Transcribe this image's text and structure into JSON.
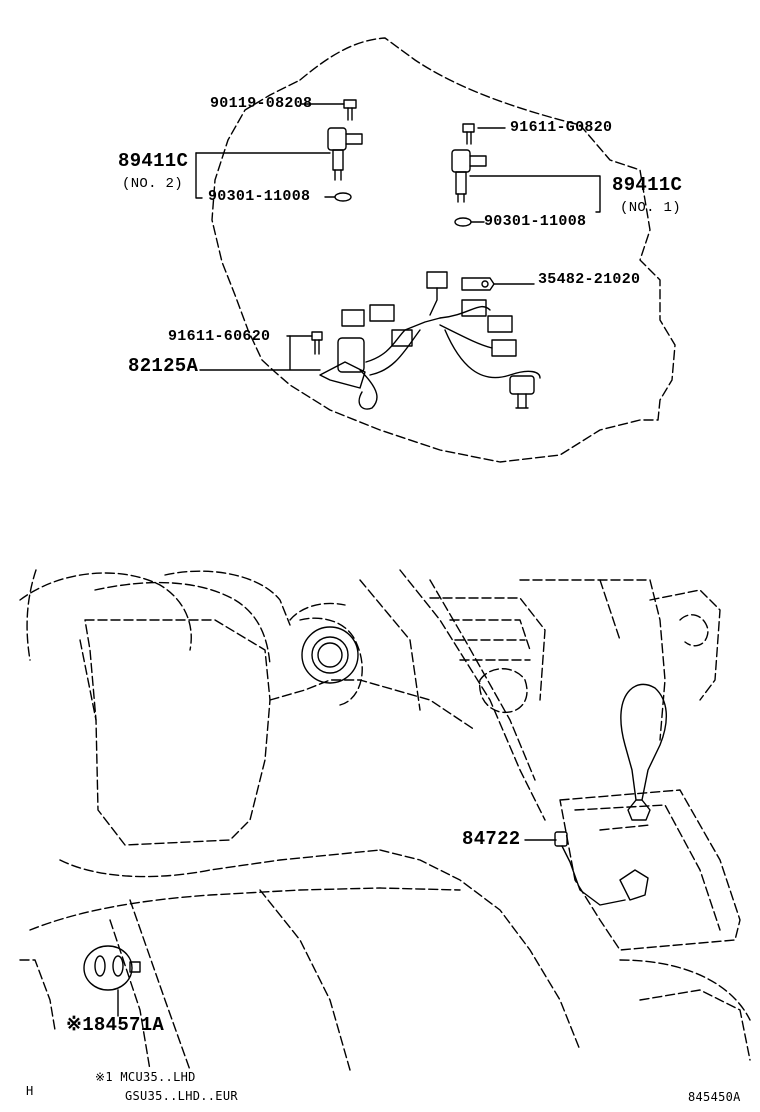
{
  "parts": {
    "p1": "90119-08208",
    "p2": "89411C",
    "p2_sub": "(NO. 2)",
    "p3": "90301-11008",
    "p4": "91611-G0820",
    "p5": "89411C",
    "p5_sub": "(NO. 1)",
    "p6": "90301-11008",
    "p7": "35482-21020",
    "p8": "91611-60620",
    "p9": "82125A",
    "p10": "84722",
    "p11": "※184571A"
  },
  "footnote": {
    "line1": "※1 MCU35..LHD",
    "line2": "GSU35..LHD..EUR",
    "corner_mark": "H",
    "figure_code": "845450A"
  }
}
